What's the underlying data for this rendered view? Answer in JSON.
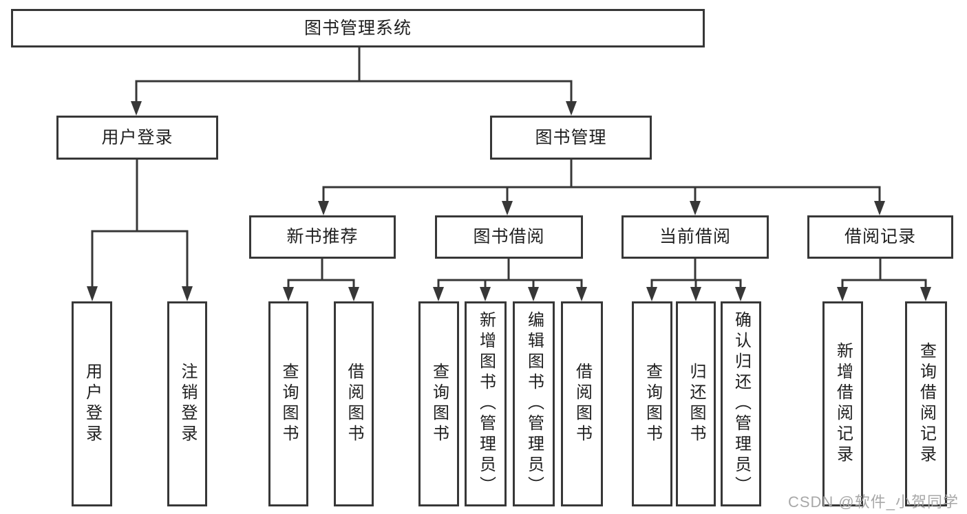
{
  "diagram": {
    "title": "图书管理系统",
    "type": "hierarchy-tree",
    "colors": {
      "line": "#373737",
      "box_border": "#373737",
      "text": "#1f1f1f",
      "watermark": "#a8a8a8",
      "background": "#ffffff"
    }
  },
  "tree": {
    "root": {
      "label": "图书管理系统",
      "children": [
        {
          "label": "用户登录",
          "children": [
            {
              "label": "用户登录"
            },
            {
              "label": "注销登录"
            }
          ]
        },
        {
          "label": "图书管理",
          "children": [
            {
              "label": "新书推荐",
              "children": [
                {
                  "label": "查询图书"
                },
                {
                  "label": "借阅图书"
                }
              ]
            },
            {
              "label": "图书借阅",
              "children": [
                {
                  "label": "查询图书"
                },
                {
                  "label": "新增图书（管理员）"
                },
                {
                  "label": "编辑图书（管理员）"
                },
                {
                  "label": "借阅图书"
                }
              ]
            },
            {
              "label": "当前借阅",
              "children": [
                {
                  "label": "查询图书"
                },
                {
                  "label": "归还图书"
                },
                {
                  "label": "确认归还（管理员）"
                }
              ]
            },
            {
              "label": "借阅记录",
              "children": [
                {
                  "label": "新增借阅记录"
                },
                {
                  "label": "查询借阅记录"
                }
              ]
            }
          ]
        }
      ]
    }
  },
  "watermark": {
    "text": "CSDN @软件_小贺同学"
  }
}
